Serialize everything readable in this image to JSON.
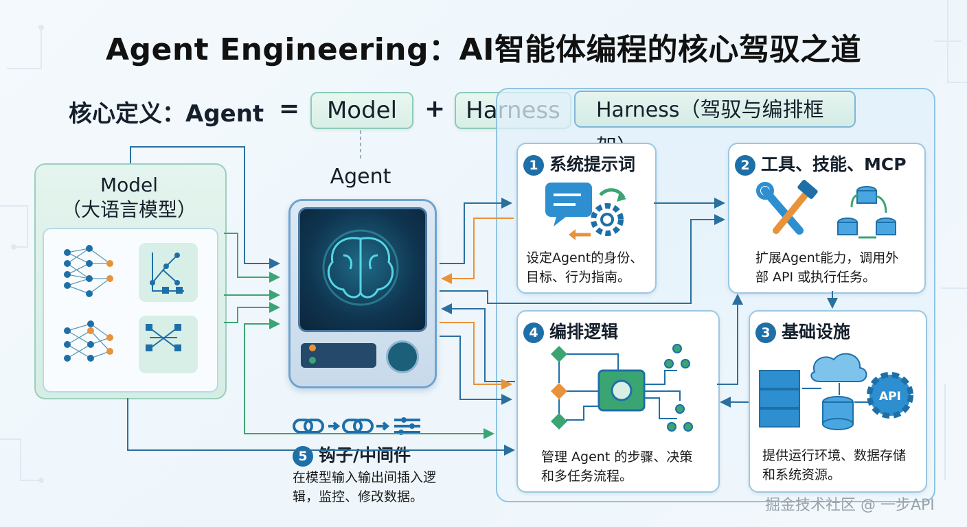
{
  "title": "Agent Engineering：AI智能体编程的核心驾驭之道",
  "definition": {
    "label": "核心定义：Agent",
    "equals": "=",
    "model": "Model",
    "plus": "+",
    "harness": "Harness"
  },
  "harness_header": "Harness（驾驭与编排框架）",
  "model_card": {
    "title": "Model",
    "subtitle": "（大语言模型）"
  },
  "agent_label": "Agent",
  "cards": [
    {
      "num": "1",
      "title": "系统提示词",
      "desc_line1": "设定Agent的身份、",
      "desc_line2": "目标、行为指南。"
    },
    {
      "num": "2",
      "title": "工具、技能、MCP",
      "desc_line1": "扩展Agent能力，调用外",
      "desc_line2": "部 API 或执行任务。"
    },
    {
      "num": "3",
      "title": "基础设施",
      "desc_line1": "提供运行环境、数据存储",
      "desc_line2": "和系统资源。"
    },
    {
      "num": "4",
      "title": "编排逻辑",
      "desc_line1": "管理 Agent 的步骤、决策",
      "desc_line2": "和多任务流程。"
    }
  ],
  "hooks": {
    "num": "5",
    "title": "钩子/中间件",
    "desc_line1": "在模型输入输出间插入逻",
    "desc_line2": "辑，监控、修改数据。"
  },
  "api_badge": "API",
  "watermark": "掘金技术社区 @ 一步API",
  "colors": {
    "arrow_blue": "#2a6f9e",
    "arrow_green": "#3aa573",
    "arrow_orange": "#e8923a",
    "number_badge": "#1e6fa8"
  }
}
